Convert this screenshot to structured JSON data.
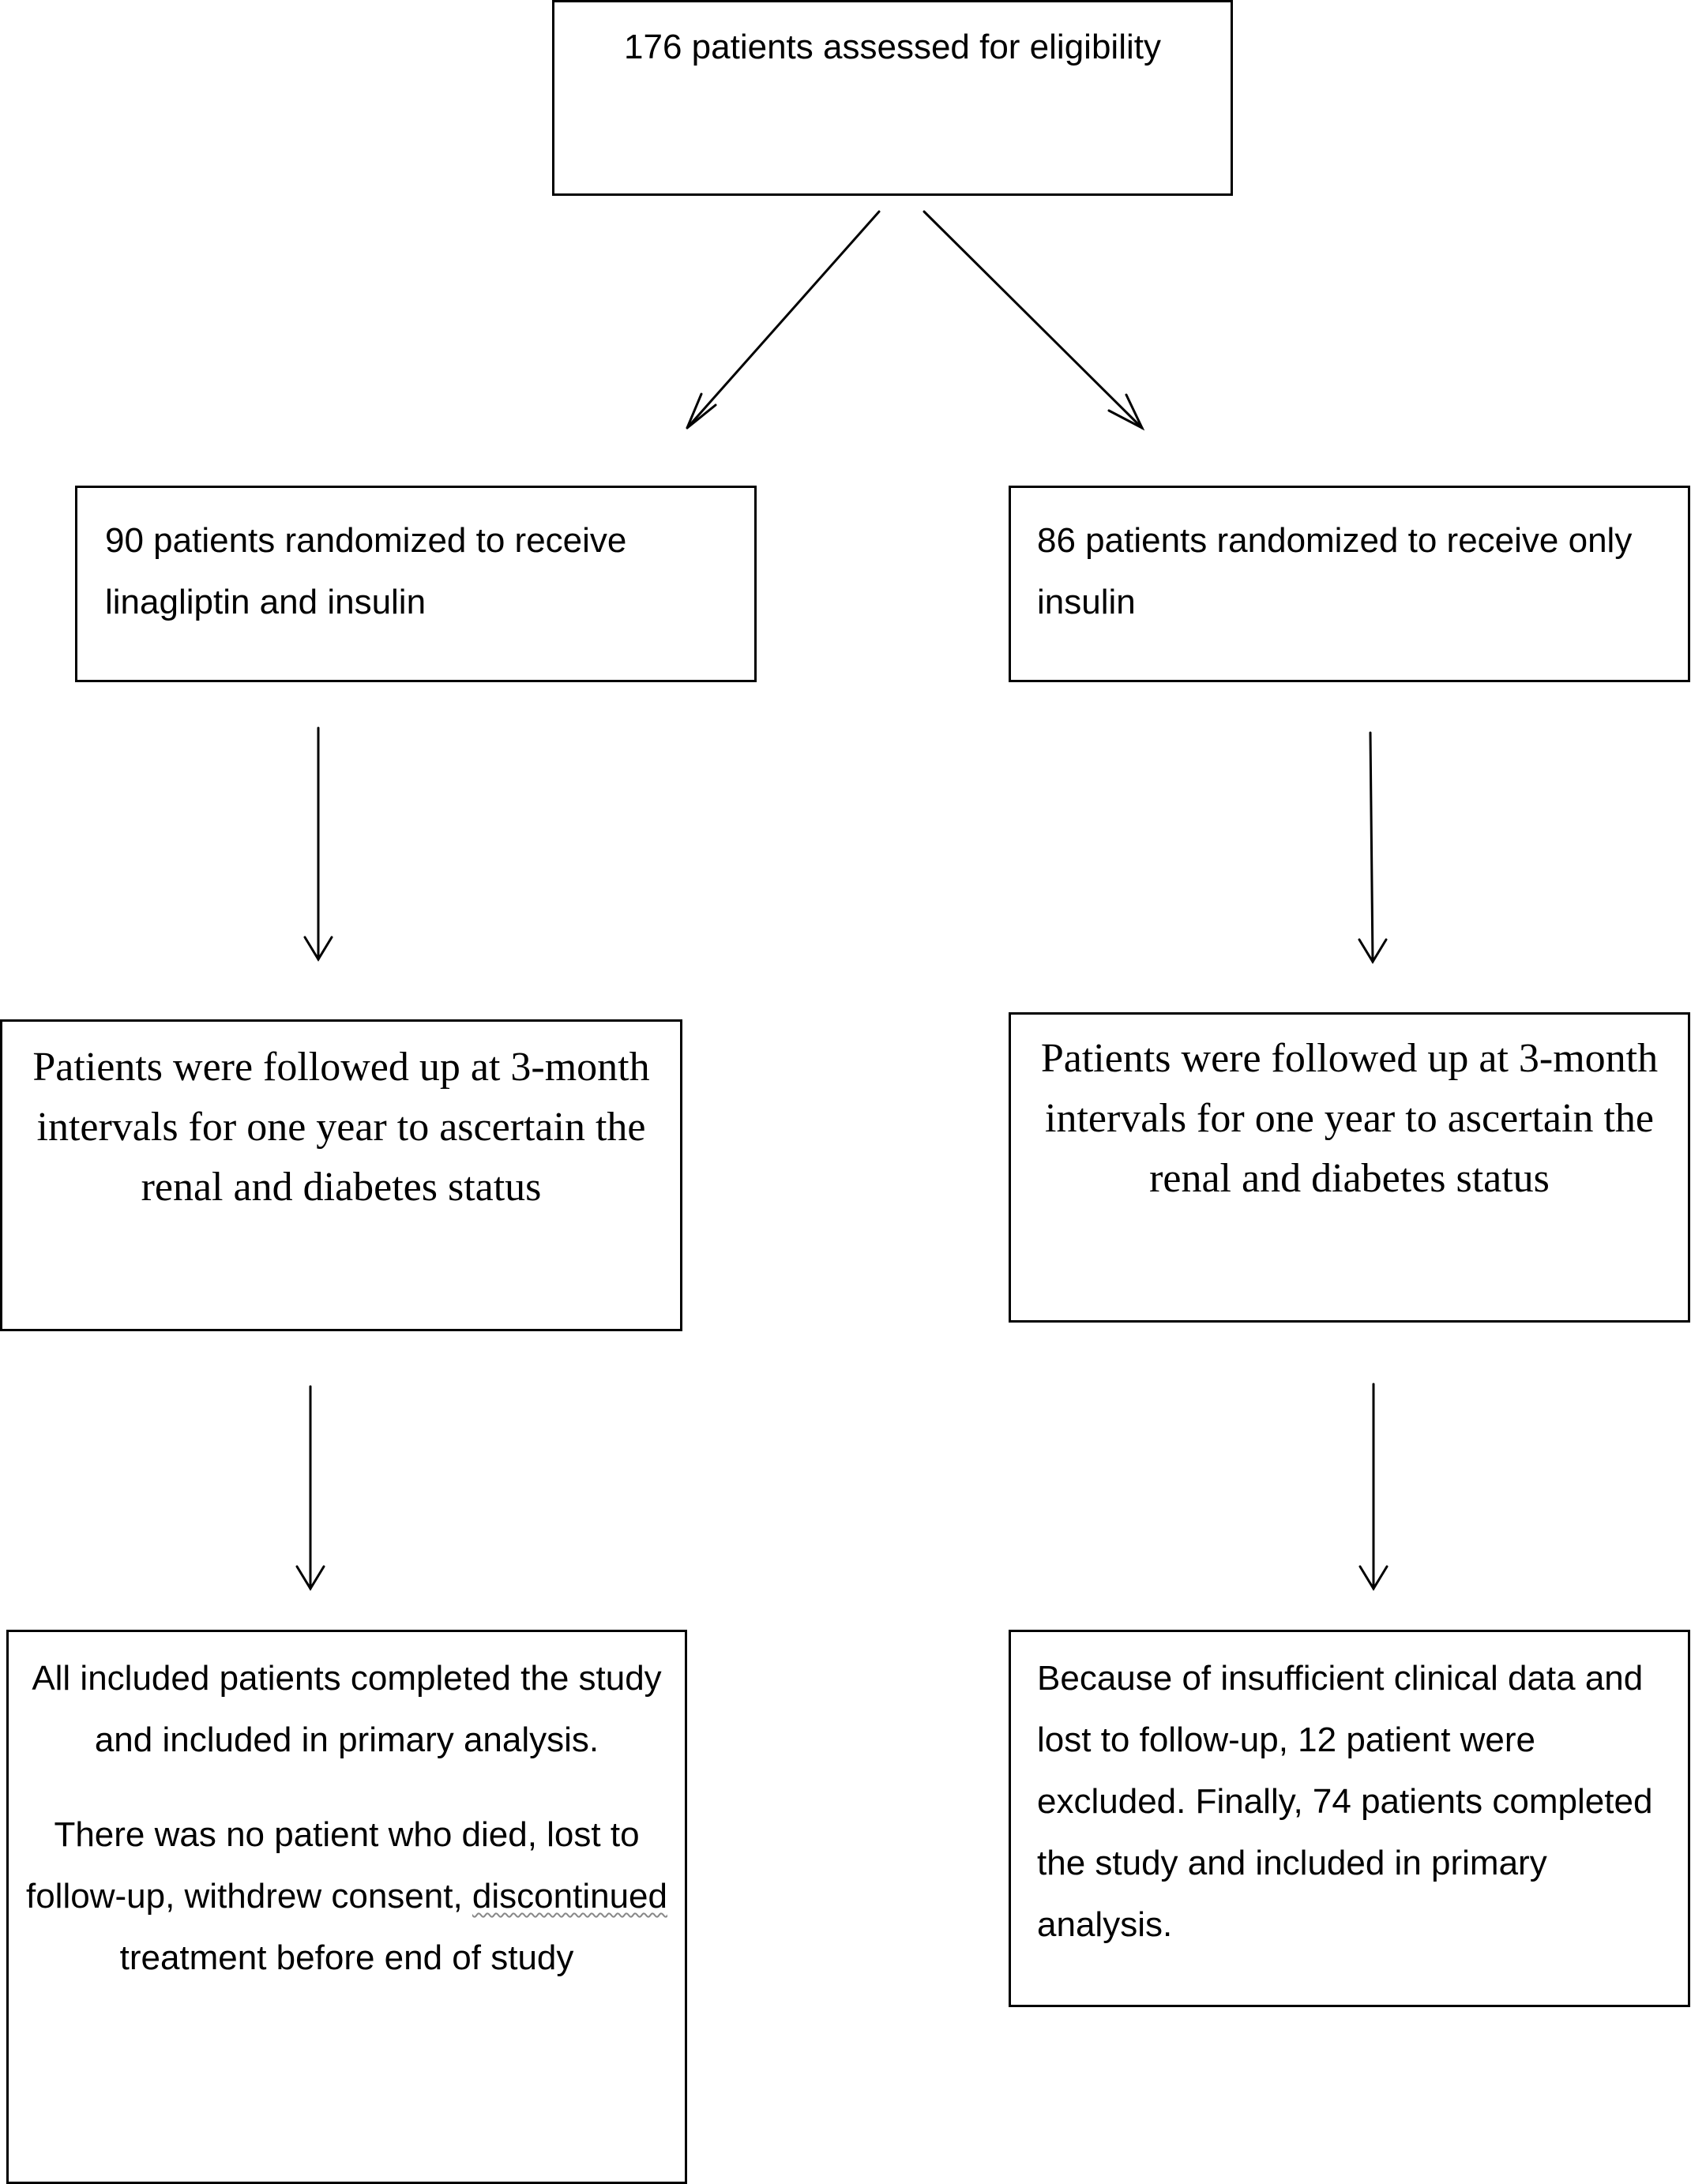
{
  "boxes": {
    "assessed": "176 patients assessed for eligibility",
    "linagliptin_group": "90 patients randomized to receive linagliptin and insulin",
    "insulin_group": "86 patients randomized to receive only insulin",
    "followup_left": "Patients were followed up at 3-month intervals for one year to ascertain the renal and diabetes status",
    "followup_right": "Patients were followed up at 3-month intervals for one year to ascertain the renal and diabetes status",
    "outcome_left": {
      "paragraph1": "All included patients completed the study and included in primary analysis.",
      "paragraph2_before": "There was no patient who died, lost to follow-up, withdrew consent, ",
      "paragraph2_squiggle": "discontinued",
      "paragraph2_after": " treatment before end of study"
    },
    "outcome_right": "Because of insufficient clinical data and lost to follow-up, 12 patient were excluded. Finally, 74 patients completed the study and included in primary analysis."
  },
  "colors": {
    "line": "#000000",
    "background": "#ffffff"
  }
}
